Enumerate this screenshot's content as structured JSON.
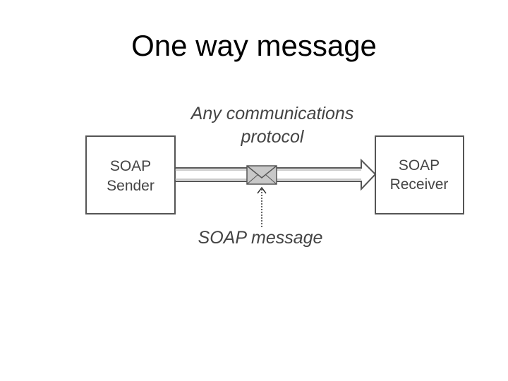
{
  "slide": {
    "title": "One way message"
  },
  "diagram": {
    "protocol_label_line1": "Any communications",
    "protocol_label_line2": "protocol",
    "sender": {
      "line1": "SOAP",
      "line2": "Sender"
    },
    "receiver": {
      "line1": "SOAP",
      "line2": "Receiver"
    },
    "message_label": "SOAP message",
    "message_icon": "envelope-icon",
    "colors": {
      "box_border": "#555555",
      "text": "#444444",
      "envelope_fill": "#c8c8c8"
    }
  }
}
